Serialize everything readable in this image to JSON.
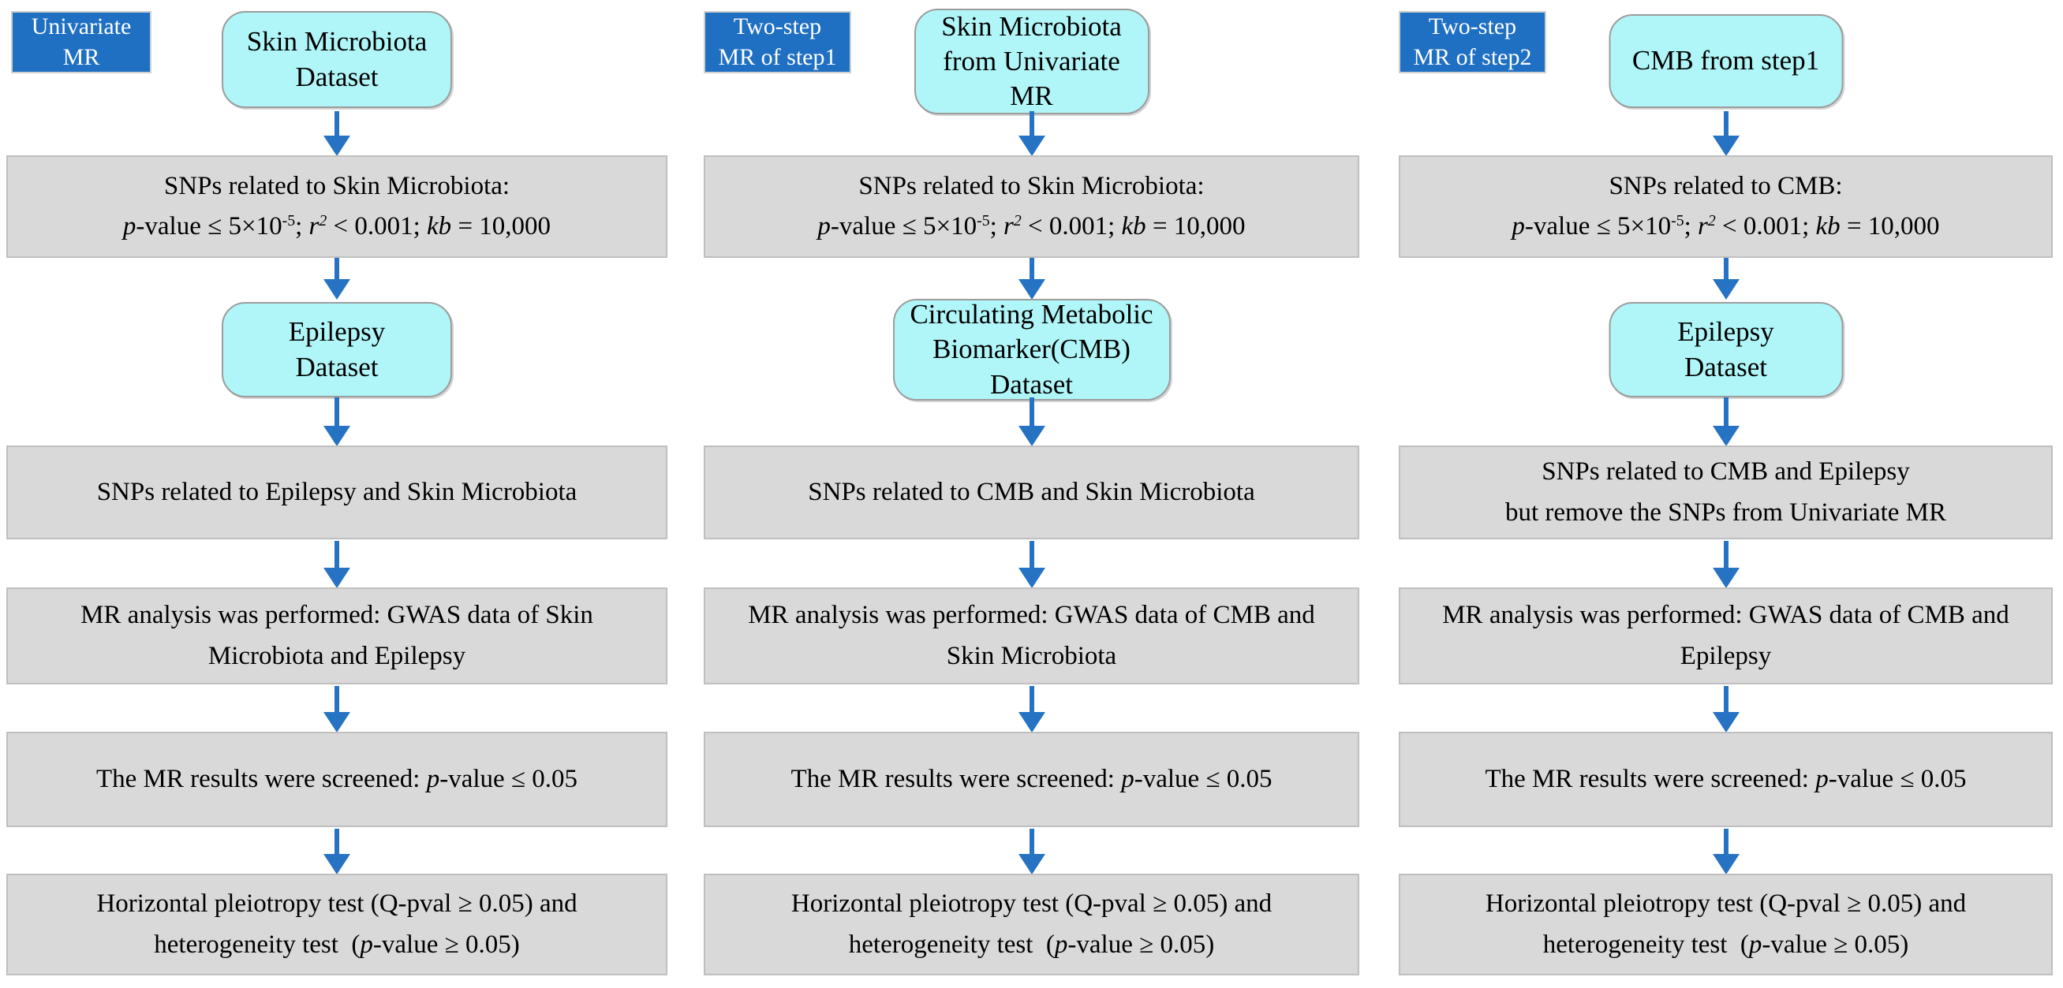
{
  "colors": {
    "label_bg": "#1f6fc2",
    "node_bg": "#b0f6f8",
    "node_border": "#9c9c9c",
    "step_bg": "#d9d9d9",
    "step_border": "#bfbfbf",
    "arrow": "#2573c2"
  },
  "shared": {
    "filter_formula": {
      "p": "p",
      "s1": "-value ≤ 5×10",
      "exp": "-5",
      "s2": "; ",
      "r": "r",
      "r_exp": "2",
      "s3": " < 0.001; ",
      "kb": "kb",
      "s4": " = 10,000"
    },
    "screened": {
      "s1": "The MR results were screened: ",
      "p": "p",
      "s2": "-value ≤ 0.05"
    },
    "pleiotropy": {
      "line1": "Horizontal pleiotropy test (Q-pval ≥ 0.05) and",
      "s1": "heterogeneity test  (",
      "p": "p",
      "s2": "-value ≥ 0.05)"
    }
  },
  "columns": [
    {
      "label": "Univariate\nMR",
      "source_node": "Skin Microbiota\nDataset",
      "snp_heading": "SNPs related to Skin Microbiota:",
      "outcome_node": "Epilepsy\nDataset",
      "overlap_text": "SNPs related to Epilepsy and Skin Microbiota",
      "mr_text": "MR analysis was performed: GWAS data of Skin\nMicrobiota and Epilepsy"
    },
    {
      "label": "Two-step\nMR of step1",
      "source_node": "Skin Microbiota\nfrom Univariate\nMR",
      "snp_heading": "SNPs related to Skin Microbiota:",
      "outcome_node": "Circulating Metabolic\nBiomarker(CMB)\nDataset",
      "overlap_text": "SNPs related to CMB and Skin Microbiota",
      "mr_text": "MR analysis was performed: GWAS data of CMB and\nSkin Microbiota"
    },
    {
      "label": "Two-step\nMR of step2",
      "source_node": "CMB from step1",
      "snp_heading": "SNPs related to CMB:",
      "outcome_node": "Epilepsy\nDataset",
      "overlap_text": "SNPs related to CMB and Epilepsy\nbut remove the SNPs from Univariate MR",
      "mr_text": "MR analysis was performed: GWAS data of CMB and\nEpilepsy"
    }
  ]
}
